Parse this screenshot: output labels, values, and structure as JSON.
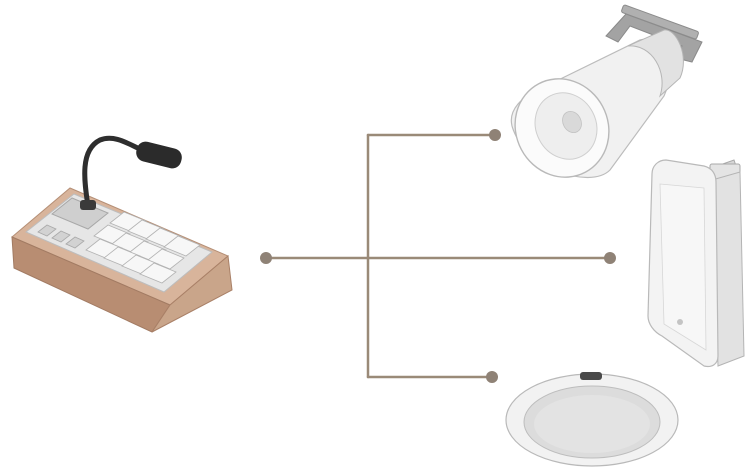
{
  "diagram": {
    "description_text": "",
    "colors": {
      "background": "#ffffff",
      "connector_line": "#9a8a78",
      "connector_node": "#8f8276",
      "console_wood": "#c9a58a",
      "console_wood_dark": "#a98067",
      "console_panel": "#e6e6e6",
      "device_white": "#f3f3f3",
      "device_outline": "#b9b9b9",
      "microphone": "#2e2e2e",
      "mount_bracket": "#9b9b9b"
    },
    "nodes": [
      {
        "id": "paging-console",
        "icon": "paging-console-microphone-icon"
      },
      {
        "id": "horn-speaker",
        "icon": "horn-loudspeaker-icon"
      },
      {
        "id": "wall-speaker",
        "icon": "wall-cabinet-speaker-icon"
      },
      {
        "id": "ceiling-speaker",
        "icon": "ceiling-speaker-icon"
      }
    ],
    "connections": [
      {
        "from": "paging-console",
        "to": "horn-speaker"
      },
      {
        "from": "paging-console",
        "to": "wall-speaker"
      },
      {
        "from": "paging-console",
        "to": "ceiling-speaker"
      }
    ]
  }
}
